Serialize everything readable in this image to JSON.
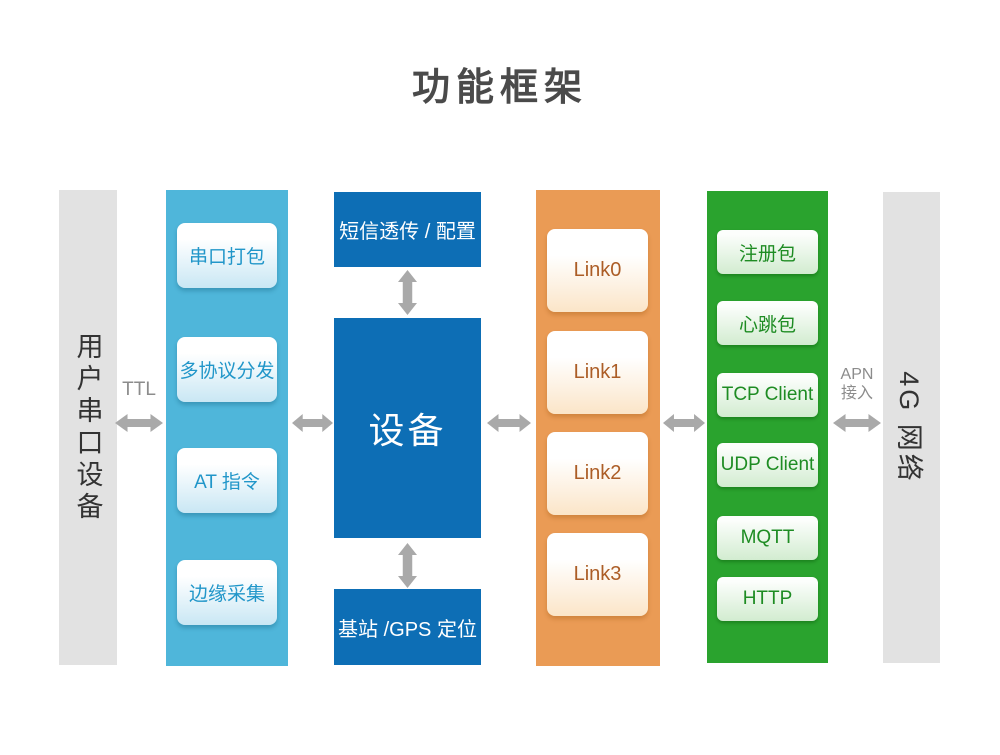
{
  "title": "功能框架",
  "left_bar": {
    "label": "用户串口设备"
  },
  "ttl": {
    "label": "TTL"
  },
  "serial_column": {
    "items": [
      {
        "label": "串口打包"
      },
      {
        "label": "多协议分发"
      },
      {
        "label": "AT 指令"
      },
      {
        "label": "边缘采集"
      }
    ]
  },
  "device_column": {
    "sms_box": "短信透传 / 配置",
    "device_box": "设备",
    "gps_box": "基站 /GPS 定位"
  },
  "links_column": {
    "items": [
      {
        "label": "Link0"
      },
      {
        "label": "Link1"
      },
      {
        "label": "Link2"
      },
      {
        "label": "Link3"
      }
    ]
  },
  "protocol_column": {
    "items": [
      {
        "label": "注册包"
      },
      {
        "label": "心跳包"
      },
      {
        "label": "TCP Client"
      },
      {
        "label": "UDP Client"
      },
      {
        "label": "MQTT"
      },
      {
        "label": "HTTP"
      }
    ]
  },
  "apn": {
    "line1": "APN",
    "line2": "接入"
  },
  "right_bar": {
    "label": "4G 网络"
  },
  "colors": {
    "light_blue_column": "#4FB6DA",
    "dark_blue_box": "#0D6EB5",
    "orange_column": "#EA9B55",
    "green_column": "#2AA32E",
    "side_bar_gray": "#E2E2E2",
    "arrow_gray": "#A9A9A9",
    "serial_text_blue": "#2196C9",
    "link_text_brown": "#AC5D26",
    "protocol_text_green": "#1E8C23"
  }
}
